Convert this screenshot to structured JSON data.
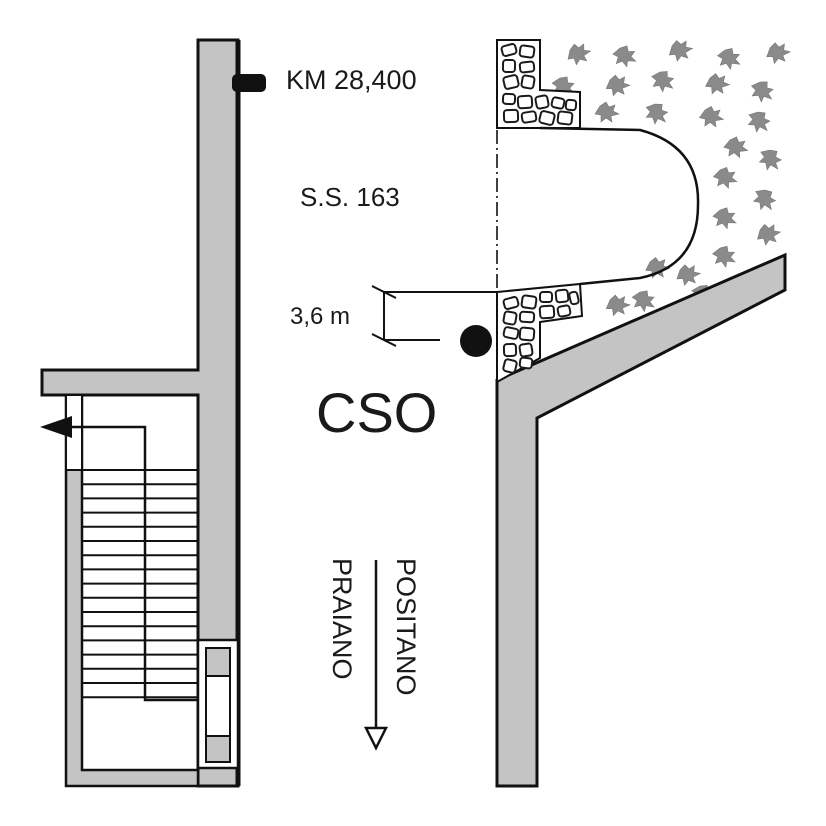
{
  "labels": {
    "km": "KM 28,400",
    "road": "S.S. 163",
    "width": "3,6 m",
    "cso": "CSO",
    "dest_left": "PRAIANO",
    "dest_right": "POSITANO"
  },
  "colors": {
    "wall_fill": "#c4c4c4",
    "ink": "#111111",
    "rock_stroke": "#1a1a1a",
    "vegetation": "#8a8a8a"
  },
  "icons": {
    "marker": "km-marker-icon",
    "cso_point": "cso-point-icon",
    "arrow": "direction-arrow-icon"
  }
}
